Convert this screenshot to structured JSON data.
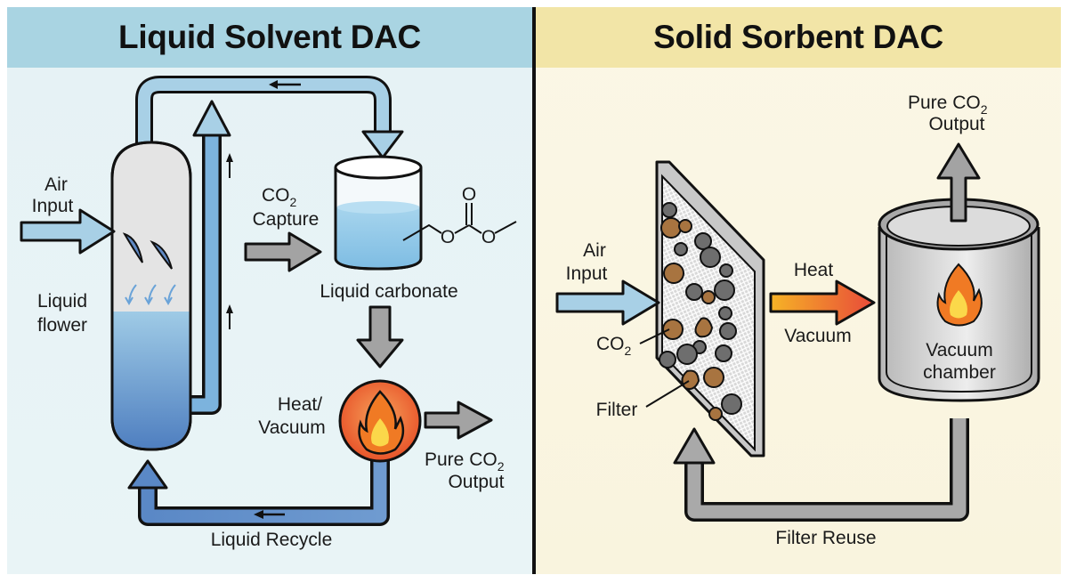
{
  "left": {
    "title": "Liquid Solvent DAC",
    "labels": {
      "air_input_1": "Air",
      "air_input_2": "Input",
      "liquid_flower_1": "Liquid",
      "liquid_flower_2": "flower",
      "co2_capture_co": "CO",
      "co2_capture_sub": "2",
      "co2_capture_2": "Capture",
      "liquid_carbonate": "Liquid carbonate",
      "heat_vacuum_1": "Heat/",
      "heat_vacuum_2": "Vacuum",
      "pure_co2_1": "Pure CO",
      "pure_co2_sub": "2",
      "pure_co2_2": "Output",
      "liquid_recycle": "Liquid Recycle",
      "molecule_o1": "O",
      "molecule_o2": "O",
      "molecule_o3": "O"
    }
  },
  "right": {
    "title": "Solid Sorbent DAC",
    "labels": {
      "pure_co2_1": "Pure CO",
      "pure_co2_sub": "2",
      "pure_co2_2": "Output",
      "air_input_1": "Air",
      "air_input_2": "Input",
      "heat": "Heat",
      "vacuum": "Vacuum",
      "co2": "CO",
      "co2_sub": "2",
      "filter": "Filter",
      "vacuum_chamber_1": "Vacuum",
      "vacuum_chamber_2": "chamber",
      "filter_reuse": "Filter Reuse"
    }
  },
  "colors": {
    "left_header": "#a9d4e2",
    "right_header": "#f2e5a7",
    "pipe_light_blue": "#a8d0e6",
    "liquid_blue": "#5b8fc9",
    "flame_orange": "#f07a24",
    "gray_arrow": "#a3a3a3",
    "sorbent_brown": "#a87440",
    "sorbent_gray": "#6e6e6e"
  }
}
